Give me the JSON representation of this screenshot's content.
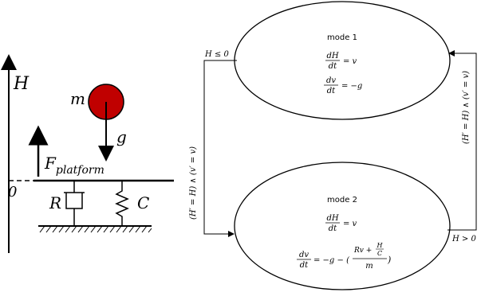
{
  "physical_model": {
    "height_label": "H",
    "zero_label": "0",
    "mass_label": "m",
    "gravity_label": "g",
    "force_main": "F",
    "force_sub": "platform",
    "damper_label": "R",
    "spring_label": "C",
    "ball_color": "#c00000"
  },
  "hybrid_automaton": {
    "mode1": {
      "name": "mode 1",
      "eq1_num": "dH",
      "eq1_den": "dt",
      "eq1_rhs": "= v",
      "eq2_num": "dv",
      "eq2_den": "dt",
      "eq2_rhs": "= −g"
    },
    "mode2": {
      "name": "mode 2",
      "eq1_num": "dH",
      "eq1_den": "dt",
      "eq1_rhs": "= v",
      "eq2_num": "dv",
      "eq2_den": "dt",
      "eq2_rhs_a": "= −g − (",
      "eq2_inner_rv": "Rv +",
      "eq2_inner_H": "H",
      "eq2_inner_C": "C",
      "eq2_inner_den": "m",
      "eq2_rhs_b": ")"
    },
    "guard_top": "H ≤ 0",
    "guard_bottom": "H > 0",
    "reset_left": "(H′ = H) ∧ (v′ = v)",
    "reset_right": "(H′ = H) ∧ (v′ = v)"
  }
}
